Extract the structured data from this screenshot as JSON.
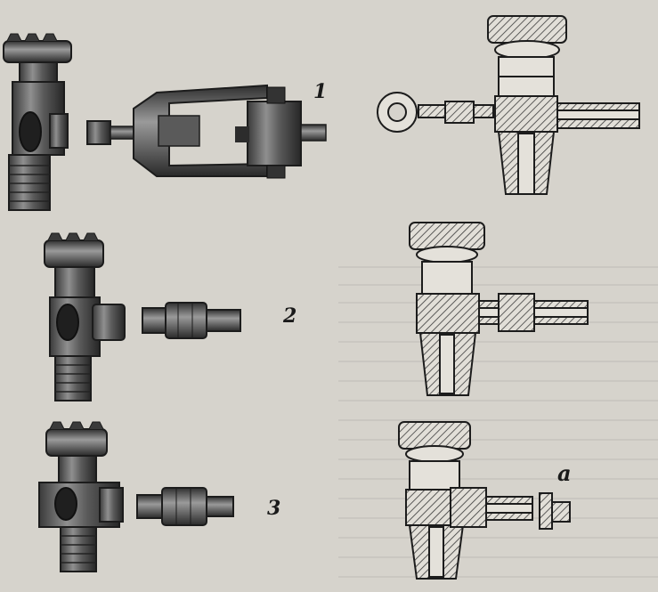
{
  "labels": {
    "row1": "1",
    "row2": "2",
    "row3": "3",
    "detail": "a"
  },
  "colors": {
    "paper": "#d6d3cc",
    "ink": "#1c1c1c",
    "metal_dark": "#2e2e2e",
    "metal_mid": "#6f6f6f",
    "metal_light": "#a9a9a9",
    "hatch": "#444444"
  },
  "figure": {
    "rows": [
      {
        "label_ref": "row1",
        "left": [
          "valve-photo",
          "yoke-clamp-photo"
        ],
        "right": [
          "valve-section-with-yoke"
        ]
      },
      {
        "label_ref": "row2",
        "left": [
          "valve-photo",
          "nipple-coupling-photo"
        ],
        "right": [
          "valve-section-with-nipple"
        ]
      },
      {
        "label_ref": "row3",
        "left": [
          "valve-photo",
          "nipple-coupling-photo"
        ],
        "right": [
          "valve-section-with-cap"
        ]
      }
    ]
  }
}
